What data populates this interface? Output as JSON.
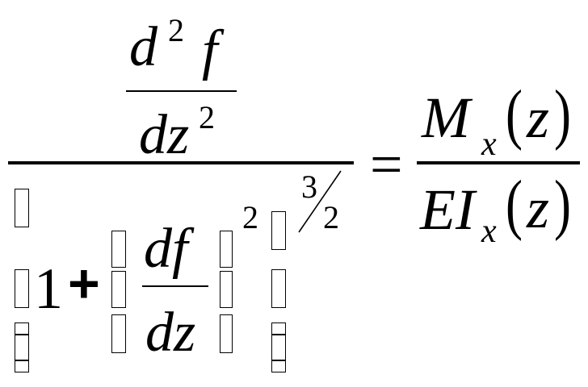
{
  "equation": {
    "inner_numerator": {
      "d": "d",
      "exp": "2",
      "f": "f"
    },
    "inner_denominator": {
      "dz": "dz",
      "exp": "2"
    },
    "one": "1",
    "plus": "+",
    "df": "df",
    "dz": "dz",
    "inner_exp": "2",
    "outer_exp": {
      "num": "3",
      "den": "2"
    },
    "equals": "=",
    "rhs_numerator": {
      "var": "M",
      "sub": "x",
      "lparen": "(",
      "arg": "z",
      "rparen": ")"
    },
    "rhs_denominator": {
      "var": "EI",
      "sub": "x",
      "lparen": "(",
      "arg": "z",
      "rparen": ")"
    }
  },
  "colors": {
    "ink": "#000000",
    "background": "#ffffff"
  }
}
